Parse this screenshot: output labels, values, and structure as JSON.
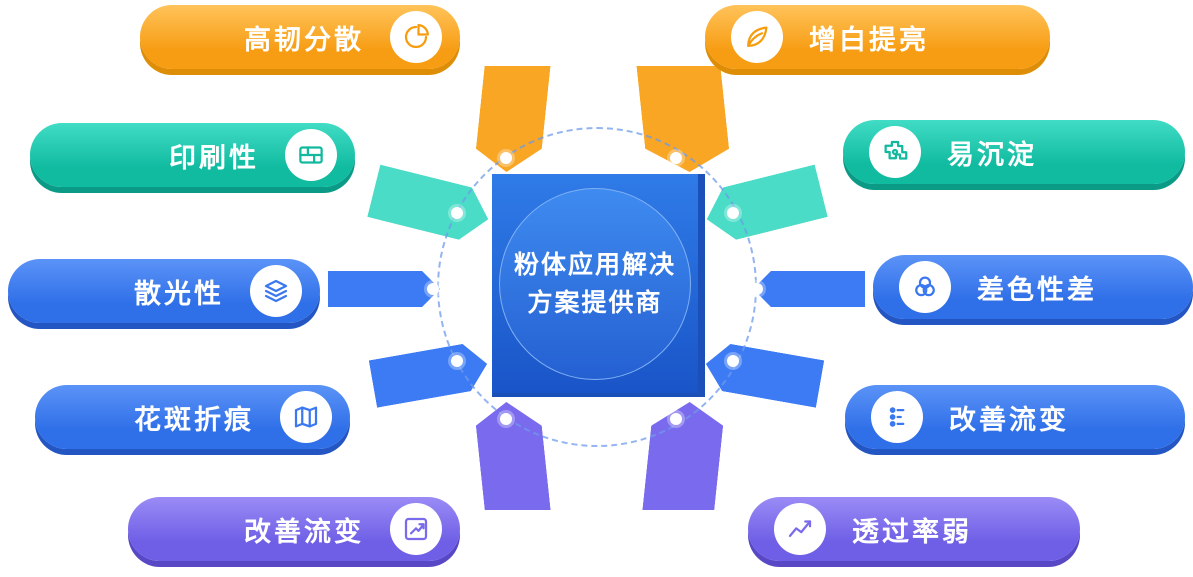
{
  "center": {
    "line1": "粉体应用解决",
    "line2": "方案提供商"
  },
  "left_items": [
    {
      "label": "高韧分散",
      "icon": "pie-chart-icon",
      "color": "#F79D14"
    },
    {
      "label": "印刷性",
      "icon": "printing-icon",
      "color": "#10BBA0"
    },
    {
      "label": "散光性",
      "icon": "layers-icon",
      "color": "#2F6FE8"
    },
    {
      "label": "花斑折痕",
      "icon": "map-icon",
      "color": "#2F6FE8"
    },
    {
      "label": "改善流变",
      "icon": "trend-arrow-icon",
      "color": "#6F5FE6"
    }
  ],
  "right_items": [
    {
      "label": "增白提亮",
      "icon": "leaf-icon",
      "color": "#F79D14"
    },
    {
      "label": "易沉淀",
      "icon": "puzzle-icon",
      "color": "#10BBA0"
    },
    {
      "label": "差色性差",
      "icon": "overlap-circles-icon",
      "color": "#2F6FE8"
    },
    {
      "label": "改善流变",
      "icon": "flow-adjust-icon",
      "color": "#2F6FE8"
    },
    {
      "label": "透过率弱",
      "icon": "line-chart-icon",
      "color": "#6F5FE6"
    }
  ],
  "colors": {
    "orange": "#F79D14",
    "teal": "#10BBA0",
    "blue": "#2F6FE8",
    "purple": "#6F5FE6",
    "center_blue": "#2560D2"
  }
}
